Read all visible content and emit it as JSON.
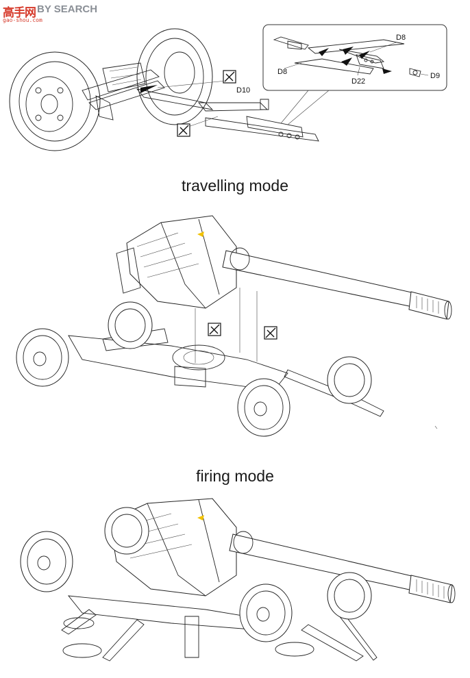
{
  "watermark": {
    "logo_text": "高手网",
    "search_text": "BY SEARCH",
    "url_text": "gao-shou.com"
  },
  "top_callouts": {
    "d10": "D10",
    "inset_d8_top": "D8",
    "inset_d8_left": "D8",
    "inset_d22": "D22",
    "inset_d9": "D9"
  },
  "headings": {
    "travelling": "travelling mode",
    "firing": "firing mode"
  },
  "colors": {
    "line": "#222222",
    "highlight": "#f2c200",
    "watermark_red": "#d63a2b"
  }
}
